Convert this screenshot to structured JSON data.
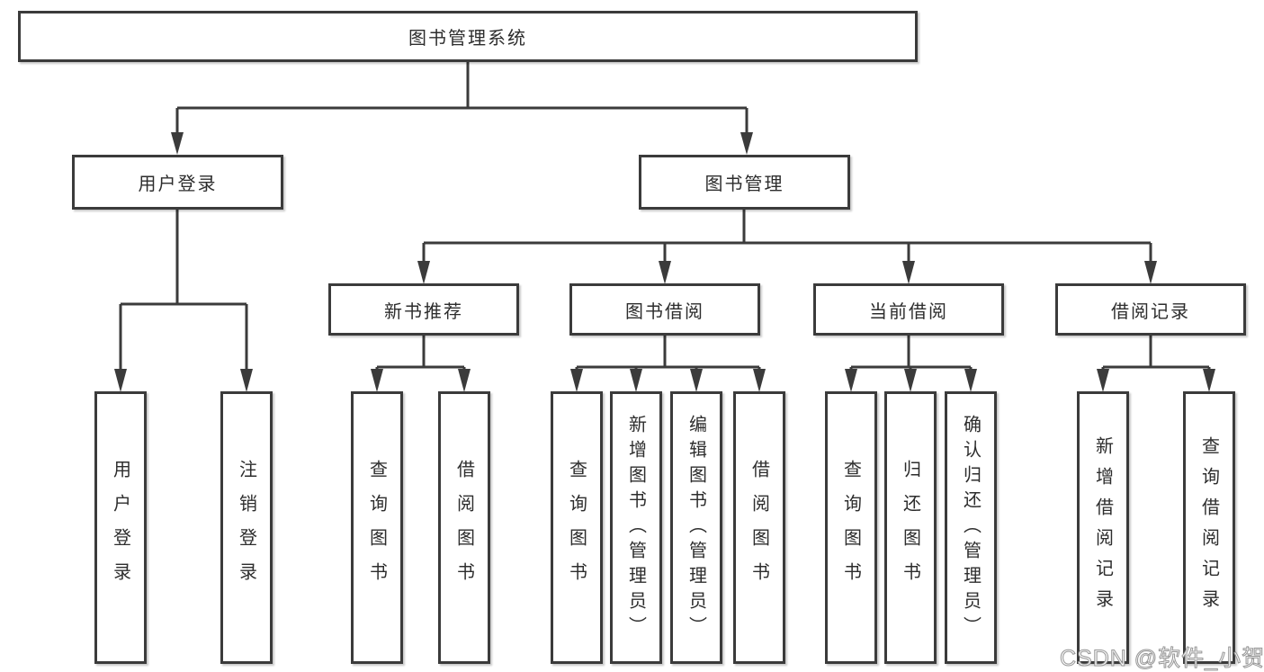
{
  "colors": {
    "line": "#3b3b3b",
    "node_border": "#3b3b3b",
    "node_background": "#ffffff",
    "text": "#2d2d2d",
    "watermark_text": "#ffffff"
  },
  "watermark": "CSDN @软件_小贺同学",
  "tree": {
    "root": {
      "label": "图书管理系统"
    },
    "branches": [
      {
        "label": "用户登录",
        "children": [
          {
            "label": "用户登录"
          },
          {
            "label": "注销登录"
          }
        ]
      },
      {
        "label": "图书管理",
        "children": [
          {
            "label": "新书推荐",
            "children": [
              {
                "label": "查询图书"
              },
              {
                "label": "借阅图书"
              }
            ]
          },
          {
            "label": "图书借阅",
            "children": [
              {
                "label": "查询图书"
              },
              {
                "label": "新增图书（管理员）"
              },
              {
                "label": "编辑图书（管理员）"
              },
              {
                "label": "借阅图书"
              }
            ]
          },
          {
            "label": "当前借阅",
            "children": [
              {
                "label": "查询图书"
              },
              {
                "label": "归还图书"
              },
              {
                "label": "确认归还（管理员）"
              }
            ]
          },
          {
            "label": "借阅记录",
            "children": [
              {
                "label": "新增借阅记录"
              },
              {
                "label": "查询借阅记录"
              }
            ]
          }
        ]
      }
    ]
  }
}
